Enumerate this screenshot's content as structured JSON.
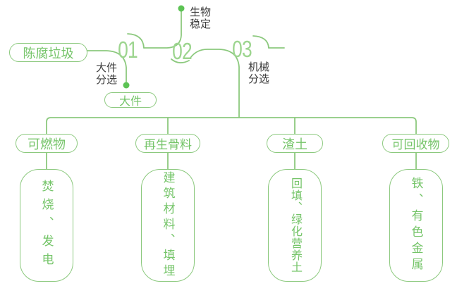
{
  "palette": {
    "line_green": "#8cc97e",
    "pill_text_green": "#74c468",
    "number_green": "#9dd58f",
    "dot_green": "#5cc354",
    "label_dark": "#3d3d3d",
    "background": "#ffffff"
  },
  "flow": {
    "source": "陈腐垃圾",
    "steps": [
      {
        "number": "01",
        "label": "大件\n分选"
      },
      {
        "number": "02",
        "label": "生物\n稳定"
      },
      {
        "number": "03",
        "label": "机械\n分选"
      }
    ],
    "bulky_output": "大件"
  },
  "branches": [
    {
      "category": "可燃物",
      "outcome": "焚烧、发电"
    },
    {
      "category": "再生骨料",
      "outcome": "建筑材料、填埋"
    },
    {
      "category": "渣土",
      "outcome": "回填、绿化营养土"
    },
    {
      "category": "可回收物",
      "outcome": "铁、有色金属"
    }
  ]
}
